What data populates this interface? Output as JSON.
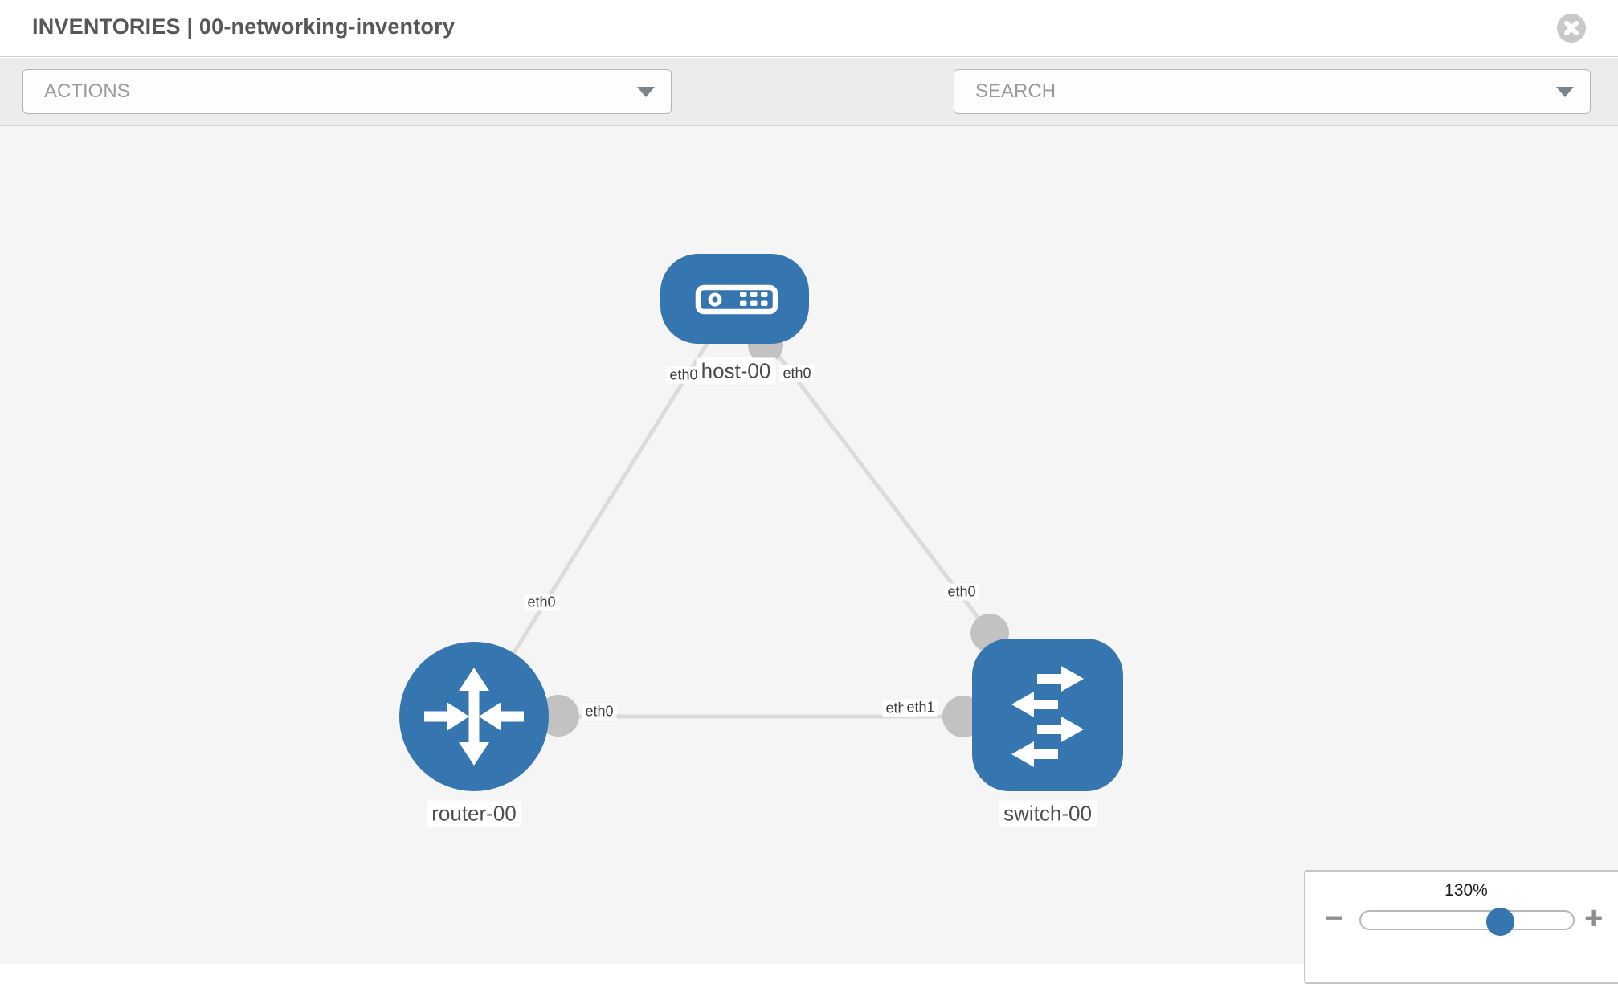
{
  "header": {
    "title": "INVENTORIES | 00-networking-inventory"
  },
  "toolbar": {
    "actions_label": "ACTIONS",
    "search_label": "SEARCH"
  },
  "topology": {
    "nodes": [
      {
        "id": "host-00",
        "type": "host",
        "label": "host-00"
      },
      {
        "id": "router-00",
        "type": "router",
        "label": "router-00"
      },
      {
        "id": "switch-00",
        "type": "switch",
        "label": "switch-00"
      }
    ],
    "links": [
      {
        "from": "host-00",
        "from_if": "eth0",
        "to": "router-00",
        "to_if": "eth0"
      },
      {
        "from": "host-00",
        "from_if": "eth0",
        "to": "switch-00",
        "to_if": "eth0"
      },
      {
        "from": "router-00",
        "from_if": "eth0",
        "to": "switch-00",
        "to_if": "eth1",
        "overlap_if": "eth0"
      }
    ]
  },
  "zoom_control": {
    "level": "130%",
    "minus": "−",
    "plus": "+"
  },
  "colors": {
    "node_blue": "#3576b1",
    "link_gray": "#dbdbdb",
    "interface_dot_gray": "#c2c2c2",
    "canvas_bg": "#f5f5f5",
    "toolbar_bg": "#ececec"
  }
}
